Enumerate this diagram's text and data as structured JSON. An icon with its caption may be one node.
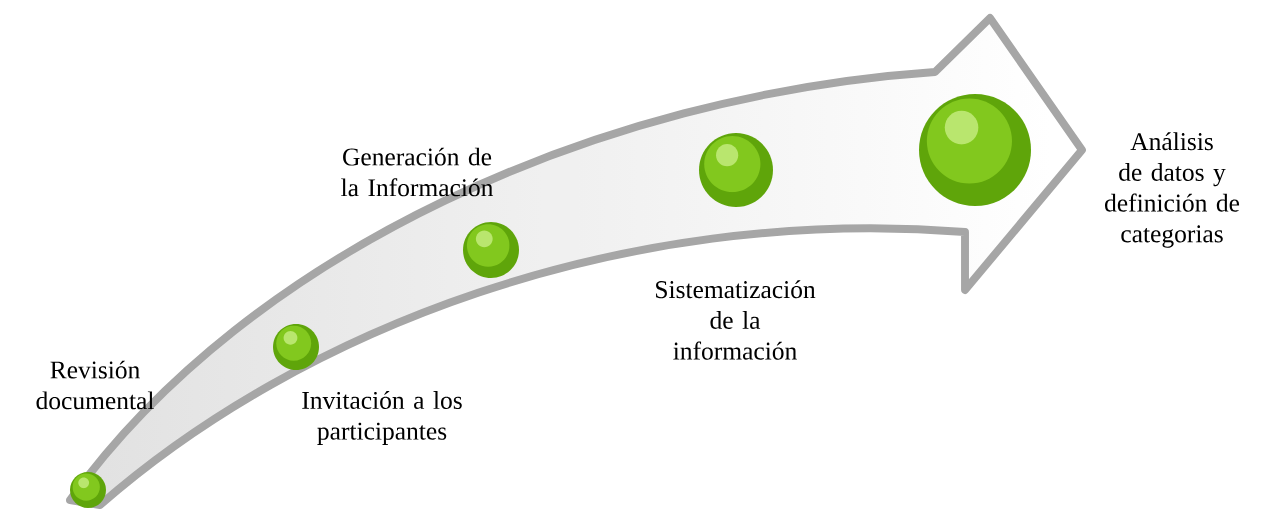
{
  "diagram": {
    "nodes": [
      {
        "text": [],
        "shape": "circle",
        "beside": [
          "Revisión documental"
        ]
      },
      {
        "text": [],
        "shape": "circle",
        "beside": [
          "Invitación a los participantes"
        ]
      },
      {
        "text": [],
        "shape": "circle",
        "beside": [
          "Generación de la Información"
        ]
      },
      {
        "text": [],
        "shape": "circle",
        "beside": [
          "Sistematización de la información"
        ]
      },
      {
        "text": [],
        "shape": "circle",
        "beside": [
          "Análisis de datos y definición de categorias"
        ]
      }
    ]
  }
}
